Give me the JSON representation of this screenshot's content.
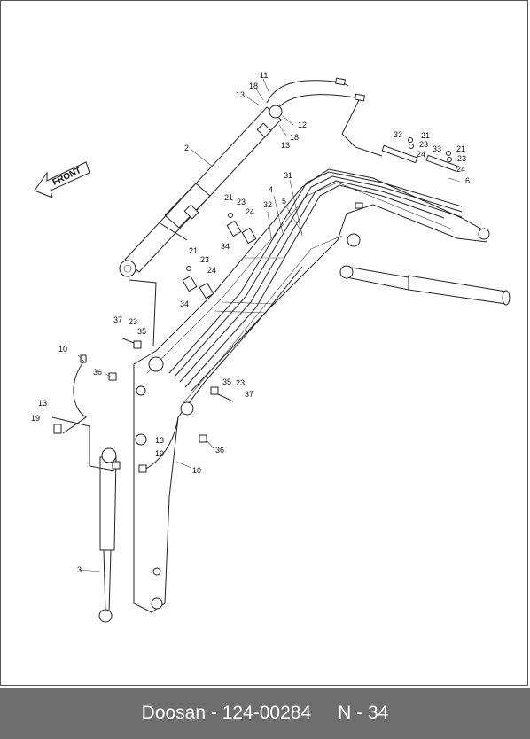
{
  "diagram": {
    "front_label": "FRONT",
    "callouts": [
      {
        "id": "c11",
        "text": "11"
      },
      {
        "id": "c18a",
        "text": "18"
      },
      {
        "id": "c13a",
        "text": "13"
      },
      {
        "id": "c12",
        "text": "12"
      },
      {
        "id": "c18b",
        "text": "18"
      },
      {
        "id": "c13b",
        "text": "13"
      },
      {
        "id": "c2",
        "text": "2"
      },
      {
        "id": "c33a",
        "text": "33"
      },
      {
        "id": "c21a",
        "text": "21"
      },
      {
        "id": "c23a",
        "text": "23"
      },
      {
        "id": "c24a",
        "text": "24"
      },
      {
        "id": "c33b",
        "text": "33"
      },
      {
        "id": "c21b",
        "text": "21"
      },
      {
        "id": "c23b",
        "text": "23"
      },
      {
        "id": "c24b",
        "text": "24"
      },
      {
        "id": "c6",
        "text": "6"
      },
      {
        "id": "c31",
        "text": "31"
      },
      {
        "id": "c4",
        "text": "4"
      },
      {
        "id": "c5",
        "text": "5"
      },
      {
        "id": "c32",
        "text": "32"
      },
      {
        "id": "c21c",
        "text": "21"
      },
      {
        "id": "c23c",
        "text": "23"
      },
      {
        "id": "c24c",
        "text": "24"
      },
      {
        "id": "c34a",
        "text": "34"
      },
      {
        "id": "c21d",
        "text": "21"
      },
      {
        "id": "c23d",
        "text": "23"
      },
      {
        "id": "c24d",
        "text": "24"
      },
      {
        "id": "c34b",
        "text": "34"
      },
      {
        "id": "c37a",
        "text": "37"
      },
      {
        "id": "c23e",
        "text": "23"
      },
      {
        "id": "c35a",
        "text": "35"
      },
      {
        "id": "c10a",
        "text": "10"
      },
      {
        "id": "c36a",
        "text": "36"
      },
      {
        "id": "c13c",
        "text": "13"
      },
      {
        "id": "c19a",
        "text": "19"
      },
      {
        "id": "c35b",
        "text": "35"
      },
      {
        "id": "c23f",
        "text": "23"
      },
      {
        "id": "c37b",
        "text": "37"
      },
      {
        "id": "c13d",
        "text": "13"
      },
      {
        "id": "c19b",
        "text": "19"
      },
      {
        "id": "c36b",
        "text": "36"
      },
      {
        "id": "c10b",
        "text": "10"
      },
      {
        "id": "c3",
        "text": "3"
      }
    ]
  },
  "footer": {
    "brand_part": "Doosan - 124-00284",
    "page": "N - 34"
  }
}
